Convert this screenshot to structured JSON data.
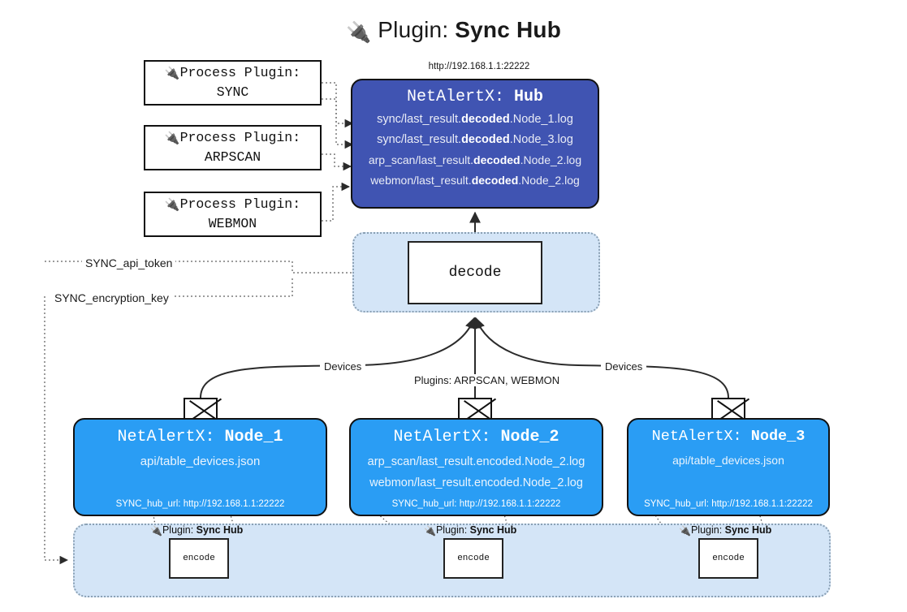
{
  "title": {
    "icon": "plug-icon",
    "label": "Plugin:",
    "value": "Sync Hub"
  },
  "hub": {
    "url": "http://192.168.1.1:22222",
    "name_prefix": "NetAlertX:",
    "name": "Hub",
    "lines": [
      {
        "pre": "sync/last_result.",
        "em": "decoded",
        "post": ".Node_1.log"
      },
      {
        "pre": "sync/last_result.",
        "em": "decoded",
        "post": ".Node_3.log"
      },
      {
        "pre": "arp_scan/last_result.",
        "em": "decoded",
        "post": ".Node_2.log"
      },
      {
        "pre": "webmon/last_result.",
        "em": "decoded",
        "post": ".Node_2.log"
      }
    ]
  },
  "process_plugins": {
    "label": "Process Plugin:",
    "icon": "plug-icon",
    "items": [
      {
        "name": "SYNC"
      },
      {
        "name": "ARPSCAN"
      },
      {
        "name": "WEBMON"
      }
    ]
  },
  "decode": {
    "label": "decode"
  },
  "settings": {
    "api_token": "SYNC_api_token",
    "encryption_key": "SYNC_encryption_key"
  },
  "edge_labels": {
    "devices_left": "Devices",
    "devices_right": "Devices",
    "plugins_mid": "Plugins: ARPSCAN, WEBMON"
  },
  "nodes": [
    {
      "name_prefix": "NetAlertX:",
      "name": "Node_1",
      "lines": [
        "api/table_devices.json"
      ],
      "hub_url_label": "SYNC_hub_url: http://192.168.1.1:22222"
    },
    {
      "name_prefix": "NetAlertX:",
      "name": "Node_2",
      "lines": [
        "arp_scan/last_result.encoded.Node_2.log",
        "webmon/last_result.encoded.Node_2.log"
      ],
      "hub_url_label": "SYNC_hub_url: http://192.168.1.1:22222"
    },
    {
      "name_prefix": "NetAlertX:",
      "name": "Node_3",
      "lines": [
        "api/table_devices.json"
      ],
      "hub_url_label": "SYNC_hub_url: http://192.168.1.1:22222"
    }
  ],
  "sync_hub_strip": {
    "plugin_label": "Plugin:",
    "plugin_value": "Sync Hub",
    "encode_label": "encode"
  },
  "colors": {
    "hub_fill": "#4054b2",
    "node_fill": "#2a9df4",
    "container_fill": "#d4e5f7",
    "container_border": "#8aa0b4",
    "stroke": "#111111",
    "page_bg": "#ffffff"
  }
}
